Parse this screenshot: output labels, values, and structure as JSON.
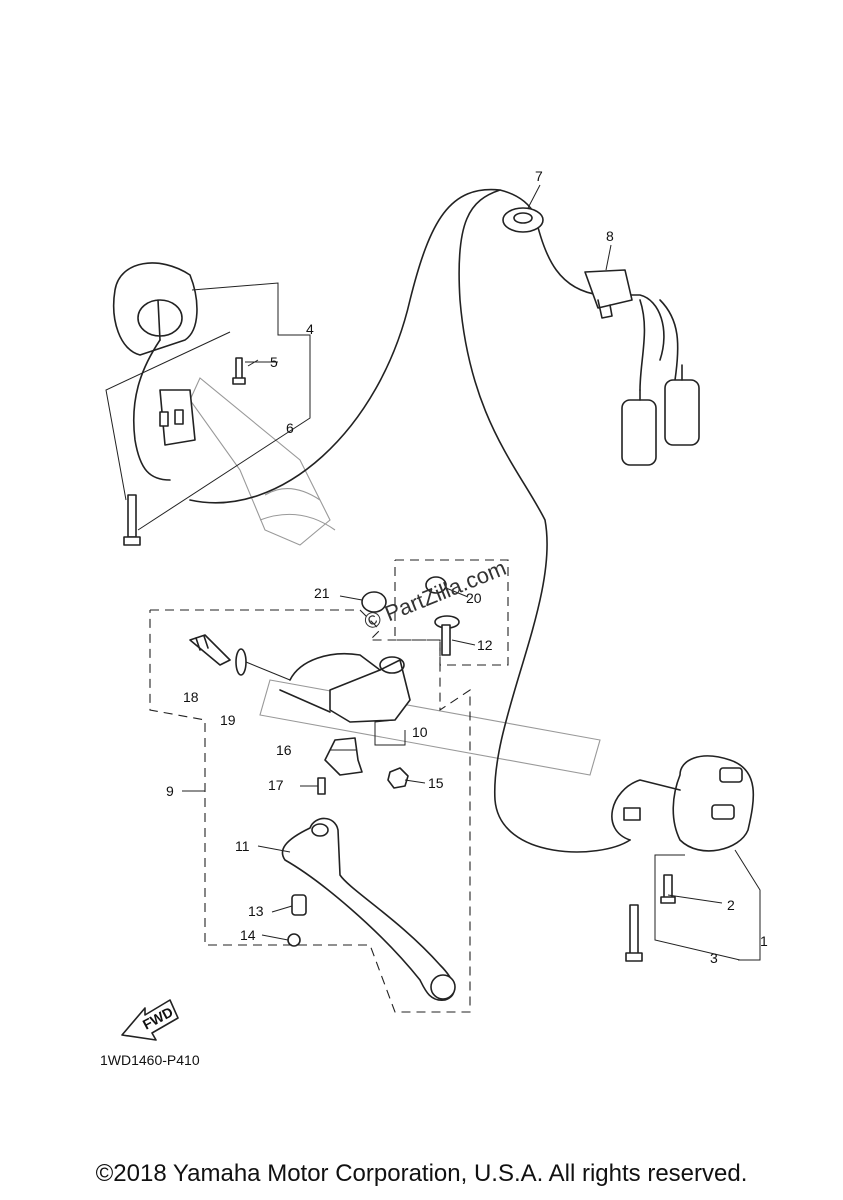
{
  "diagram": {
    "code": "1WD1460-P410",
    "fwd_label": "FWD",
    "watermark": "© PartZilla.com",
    "callouts": [
      "1",
      "2",
      "3",
      "4",
      "5",
      "6",
      "7",
      "8",
      "9",
      "10",
      "11",
      "12",
      "13",
      "14",
      "15",
      "16",
      "17",
      "18",
      "19",
      "20",
      "21"
    ]
  },
  "footer": {
    "copyright": "©2018 Yamaha Motor Corporation, U.S.A. All rights reserved."
  }
}
